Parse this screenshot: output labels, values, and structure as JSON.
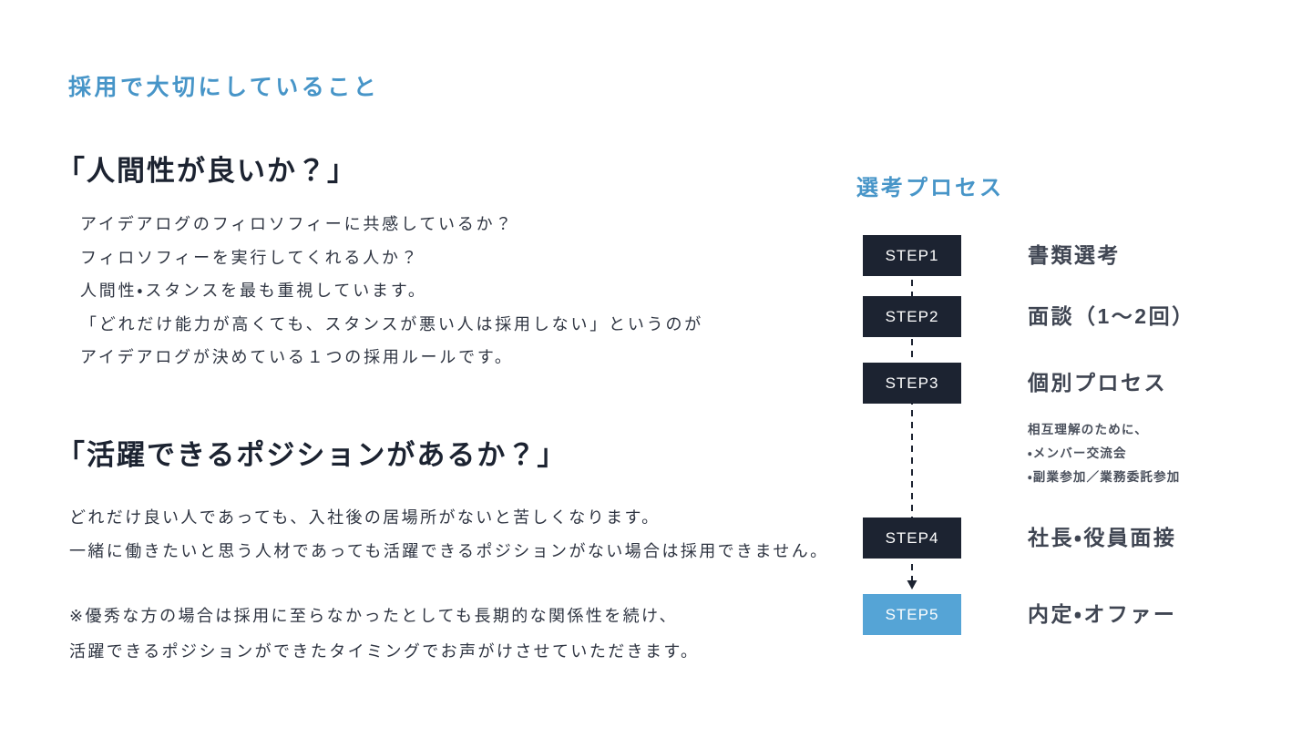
{
  "slide": {
    "title": "採用で大切にしていること",
    "colors": {
      "accent_blue": "#4795c8",
      "dark_navy": "#1c2331",
      "body_text": "#2e3441",
      "step_label_gray": "#3f4552",
      "subnote_gray": "#4a505c",
      "step5_highlight_blue": "#55a4d6",
      "background": "#ffffff"
    }
  },
  "left": {
    "section1": {
      "heading": "「人間性が良いか？」",
      "lines": [
        "アイデアログのフィロソフィーに共感しているか？",
        "フィロソフィーを実行してくれる人か？",
        "人間性・スタンスを最も重視しています。",
        "「どれだけ能力が高くても、スタンスが悪い人は採用しない」というのが",
        "アイデアログが決めている１つの採用ルールです。"
      ]
    },
    "section2": {
      "heading": "「活躍できるポジションがあるか？」",
      "lines": [
        "どれだけ良い人であっても、入社後の居場所がないと苦しくなります。",
        "一緒に働きたいと思う人材であっても活躍できるポジションがない場合は採用できません。"
      ],
      "note_lines": [
        "※優秀な方の場合は採用に至らなかったとしても長期的な関係性を続け、",
        "活躍できるポジションができたタイミングでお声がけさせていただきます。"
      ]
    }
  },
  "process": {
    "heading": "選考プロセス",
    "steps": [
      {
        "badge": "STEP1",
        "label": "書類選考",
        "highlight": false
      },
      {
        "badge": "STEP2",
        "label": "面談（1〜2回）",
        "highlight": false
      },
      {
        "badge": "STEP3",
        "label": "個別プロセス",
        "highlight": false,
        "sub": [
          "相互理解のために、",
          "・メンバー交流会",
          "・副業参加／業務委託参加"
        ]
      },
      {
        "badge": "STEP4",
        "label": "社長・役員面接",
        "highlight": false
      },
      {
        "badge": "STEP5",
        "label": "内定・オファー",
        "highlight": true
      }
    ]
  }
}
